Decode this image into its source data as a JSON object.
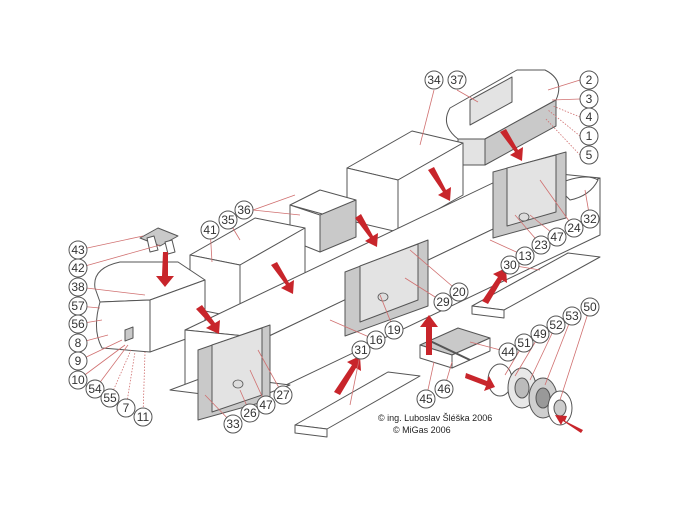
{
  "callouts": [
    {
      "id": "c34",
      "label": "34"
    },
    {
      "id": "c37",
      "label": "37"
    },
    {
      "id": "c2",
      "label": "2"
    },
    {
      "id": "c3",
      "label": "3"
    },
    {
      "id": "c4",
      "label": "4"
    },
    {
      "id": "c1",
      "label": "1"
    },
    {
      "id": "c5",
      "label": "5"
    },
    {
      "id": "c36",
      "label": "36"
    },
    {
      "id": "c35",
      "label": "35"
    },
    {
      "id": "c41",
      "label": "41"
    },
    {
      "id": "c43",
      "label": "43"
    },
    {
      "id": "c42",
      "label": "42"
    },
    {
      "id": "c38",
      "label": "38"
    },
    {
      "id": "c57",
      "label": "57"
    },
    {
      "id": "c56",
      "label": "56"
    },
    {
      "id": "c8",
      "label": "8"
    },
    {
      "id": "c9",
      "label": "9"
    },
    {
      "id": "c10",
      "label": "10"
    },
    {
      "id": "c54",
      "label": "54"
    },
    {
      "id": "c55",
      "label": "55"
    },
    {
      "id": "c7",
      "label": "7"
    },
    {
      "id": "c11",
      "label": "11"
    },
    {
      "id": "c33",
      "label": "33"
    },
    {
      "id": "c26",
      "label": "26"
    },
    {
      "id": "c47a",
      "label": "47"
    },
    {
      "id": "c27",
      "label": "27"
    },
    {
      "id": "c31",
      "label": "31"
    },
    {
      "id": "c16",
      "label": "16"
    },
    {
      "id": "c19",
      "label": "19"
    },
    {
      "id": "c29",
      "label": "29"
    },
    {
      "id": "c20",
      "label": "20"
    },
    {
      "id": "c45",
      "label": "45"
    },
    {
      "id": "c46",
      "label": "46"
    },
    {
      "id": "c44",
      "label": "44"
    },
    {
      "id": "c51",
      "label": "51"
    },
    {
      "id": "c49",
      "label": "49"
    },
    {
      "id": "c52",
      "label": "52"
    },
    {
      "id": "c53",
      "label": "53"
    },
    {
      "id": "c50",
      "label": "50"
    },
    {
      "id": "c30",
      "label": "30"
    },
    {
      "id": "c13",
      "label": "13"
    },
    {
      "id": "c23",
      "label": "23"
    },
    {
      "id": "c47b",
      "label": "47"
    },
    {
      "id": "c24",
      "label": "24"
    },
    {
      "id": "c32",
      "label": "32"
    }
  ],
  "credits": {
    "author": "© ing. Luboslav Šléška 2006",
    "publisher": "© MiGas 2006"
  }
}
